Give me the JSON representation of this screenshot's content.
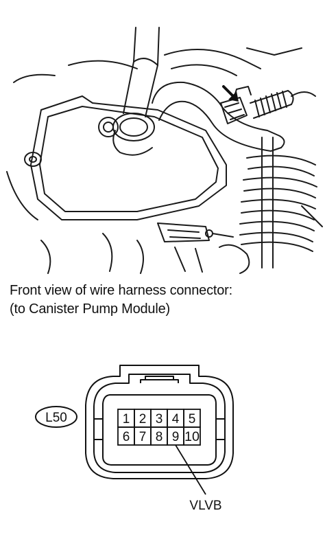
{
  "caption": {
    "line1": "Front view of wire harness connector:",
    "line2": "(to Canister Pump Module)"
  },
  "connector": {
    "id": "L50",
    "pins_top": [
      "1",
      "2",
      "3",
      "4",
      "5"
    ],
    "pins_bottom": [
      "6",
      "7",
      "8",
      "9",
      "10"
    ],
    "callout_label": "VLVB",
    "callout_pin": "9"
  },
  "illustration": {
    "subject": "engine bay connector location",
    "arrow_icon": "pointer-arrow-icon"
  }
}
